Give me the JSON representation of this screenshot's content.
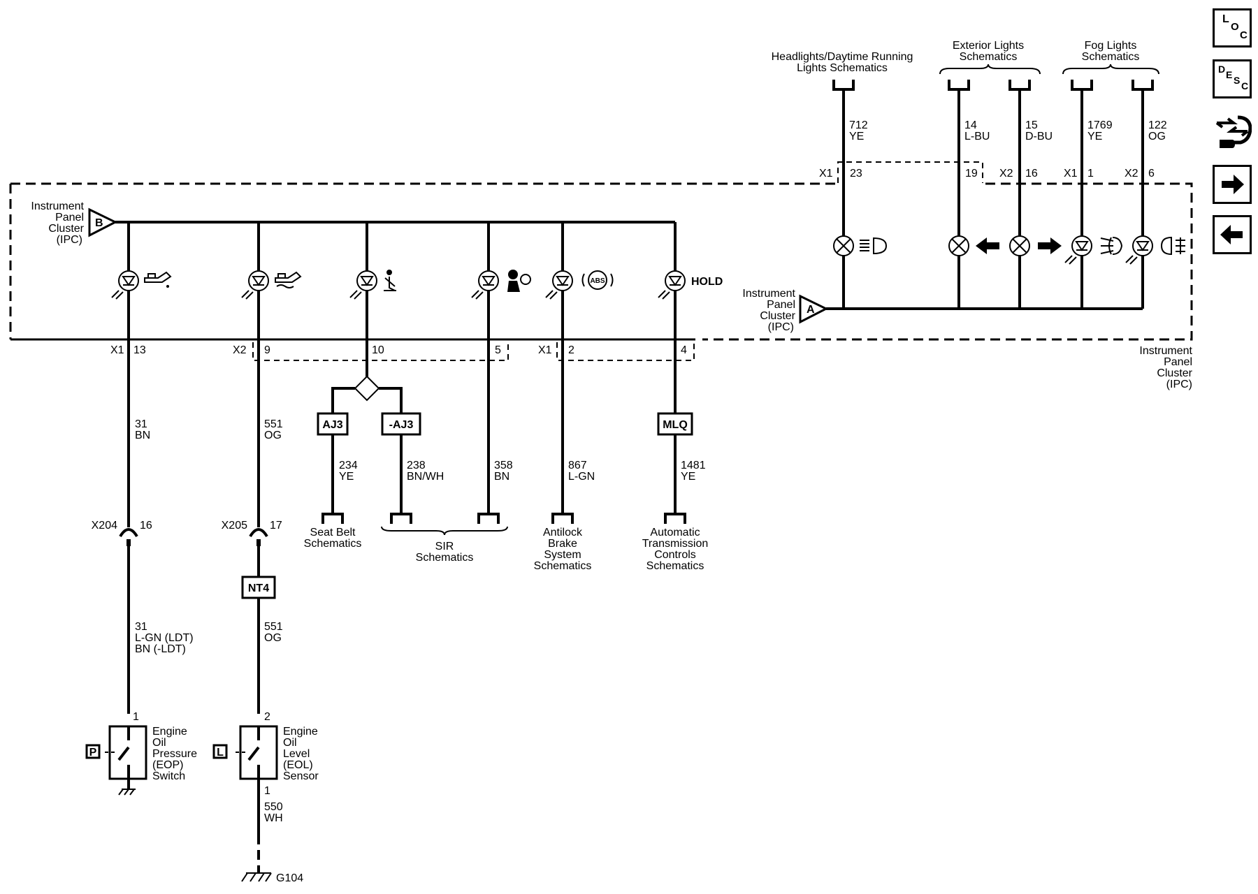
{
  "ipc": {
    "name_lines": [
      "Instrument",
      "Panel",
      "Cluster",
      "(IPC)"
    ],
    "conn_b": "B",
    "conn_a": "A"
  },
  "left": {
    "circuits": [
      {
        "conn": "X1",
        "pin": "13",
        "wire": [
          "31",
          "BN"
        ]
      },
      {
        "conn": "X2",
        "pin": "9",
        "wire": [
          "551",
          "OG"
        ]
      },
      {
        "conn": "",
        "pin": "10",
        "wire": []
      },
      {
        "conn": "",
        "pin": "5",
        "wire": [
          "358",
          "BN"
        ]
      },
      {
        "conn": "X1",
        "pin": "2",
        "wire": [
          "867",
          "L-GN"
        ]
      },
      {
        "conn": "",
        "pin": "4",
        "wire": [
          "1481",
          "YE"
        ]
      }
    ],
    "hold_label": "HOLD",
    "options": {
      "aj3": "AJ3",
      "not_aj3": "-AJ3",
      "mlq": "MLQ",
      "nt4": "NT4"
    },
    "seatbelt_wires": [
      [
        "234",
        "YE"
      ],
      [
        "238",
        "BN/WH"
      ]
    ],
    "destinations": {
      "seat_belt": [
        "Seat Belt",
        "Schematics"
      ],
      "sir": [
        "SIR",
        "Schematics"
      ],
      "abs": [
        "Antilock",
        "Brake",
        "System",
        "Schematics"
      ],
      "trans": [
        "Automatic",
        "Transmission",
        "Controls",
        "Schematics"
      ]
    },
    "inline": [
      {
        "conn": "X204",
        "pin": "16",
        "wire_below": [
          "31",
          "L-GN (LDT)",
          "BN (-LDT)"
        ]
      },
      {
        "conn": "X205",
        "pin": "17",
        "wire_below": [
          "551",
          "OG"
        ]
      }
    ],
    "switches": [
      {
        "pin": "1",
        "letter": "P",
        "name": [
          "Engine",
          "Oil",
          "Pressure",
          "(EOP)",
          "Switch"
        ]
      },
      {
        "pin": "2",
        "letter": "L",
        "name": [
          "Engine",
          "Oil",
          "Level",
          "(EOL)",
          "Sensor"
        ],
        "pin2": "1",
        "wire": [
          "550",
          "WH"
        ],
        "ground": "G104"
      }
    ]
  },
  "right": {
    "headings": {
      "headlights": [
        "Headlights/Daytime Running",
        "Lights Schematics"
      ],
      "exterior": [
        "Exterior Lights",
        "Schematics"
      ],
      "fog": [
        "Fog Lights",
        "Schematics"
      ]
    },
    "circuits": [
      {
        "conn": "X1",
        "pin": "23",
        "wire": [
          "712",
          "YE"
        ]
      },
      {
        "conn": "",
        "pin": "19",
        "wire": [
          "14",
          "L-BU"
        ]
      },
      {
        "conn": "X2",
        "pin": "16",
        "wire": [
          "15",
          "D-BU"
        ]
      },
      {
        "conn": "X1",
        "pin": "1",
        "wire": [
          "1769",
          "YE"
        ]
      },
      {
        "conn": "X2",
        "pin": "6",
        "wire": [
          "122",
          "OG"
        ]
      }
    ]
  },
  "nav": {
    "loc": [
      "L",
      "O",
      "C"
    ],
    "desc": [
      "D",
      "E",
      "S",
      "C"
    ]
  },
  "icons": [
    "oil-pressure-icon",
    "oil-level-icon",
    "seat-belt-icon",
    "airbag-icon",
    "abs-icon",
    "high-beam-icon",
    "turn-left-icon",
    "turn-right-icon",
    "front-fog-icon",
    "rear-fog-icon",
    "connector-icon",
    "forward-arrow-icon",
    "back-arrow-icon"
  ]
}
